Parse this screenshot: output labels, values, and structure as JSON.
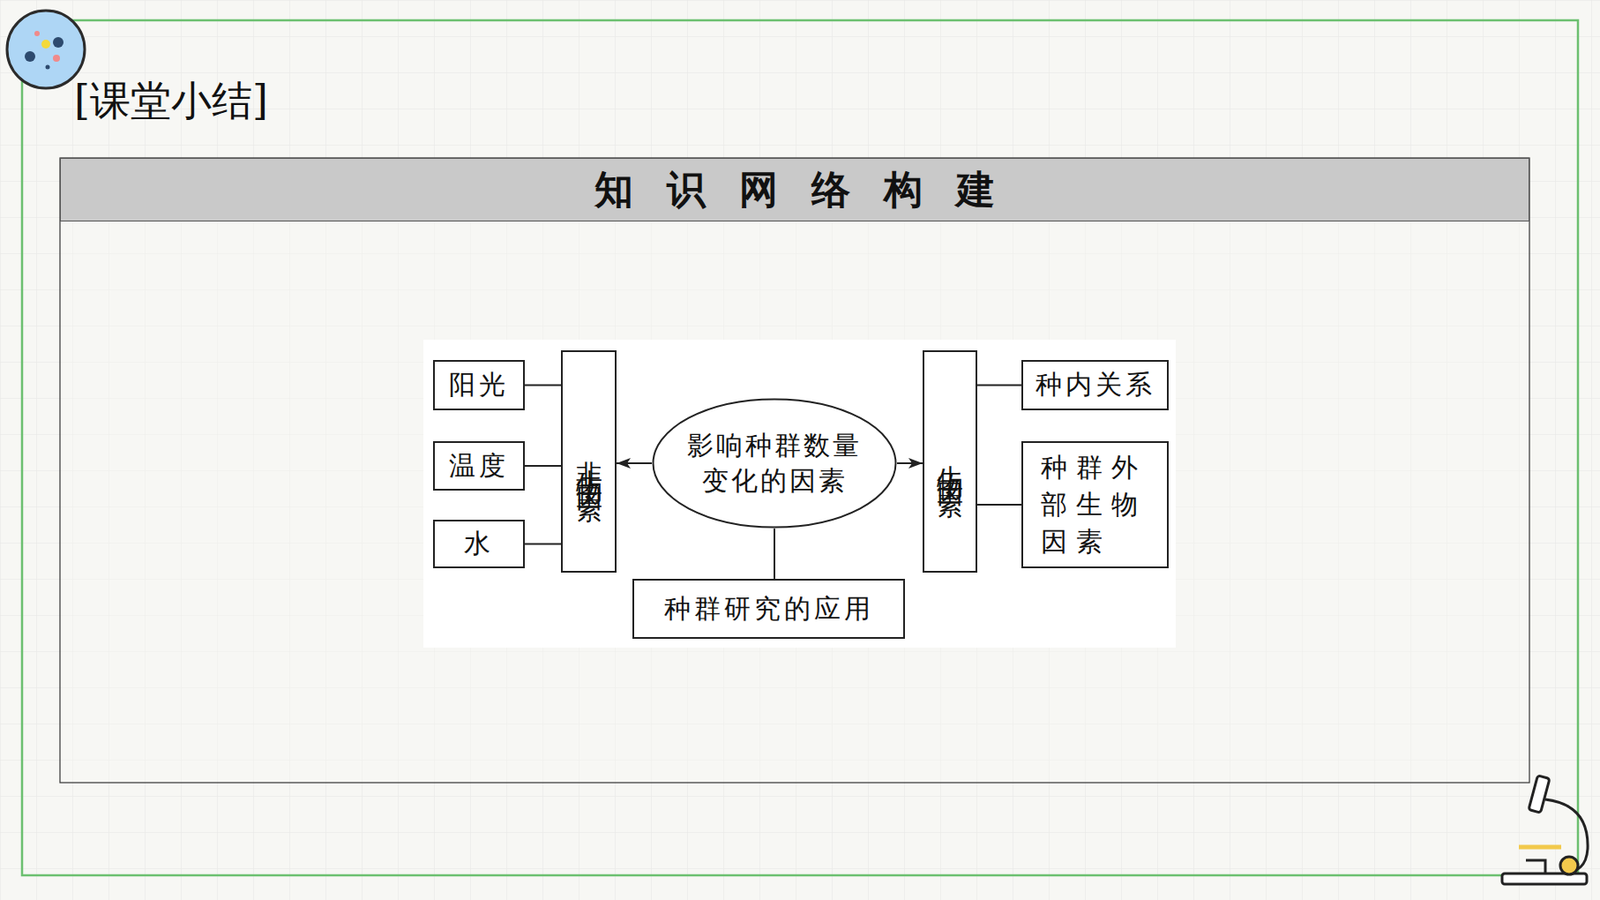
{
  "diagram": {
    "title": "[课堂小结]",
    "nodes": [
      {
        "text": [
          "知识网络构建"
        ]
      },
      {
        "text": [
          "阳光"
        ]
      },
      {
        "text": [
          "温度"
        ]
      },
      {
        "text": [
          "水"
        ]
      },
      {
        "text": [
          "非生物因素"
        ]
      },
      {
        "text": [
          "影响种群数量变化的因素"
        ]
      },
      {
        "text": [
          "生物因素"
        ]
      },
      {
        "text": [
          "种内关系"
        ]
      },
      {
        "text": [
          "种群外部生物因素"
        ]
      },
      {
        "text": [
          "种群研究的应用"
        ]
      }
    ],
    "edges": [
      {
        "from": 5,
        "to": 4,
        "arrow": "to"
      },
      {
        "from": 5,
        "to": 6,
        "arrow": "to"
      },
      {
        "from": 4,
        "to": 1,
        "arrow": "none"
      },
      {
        "from": 4,
        "to": 2,
        "arrow": "none"
      },
      {
        "from": 4,
        "to": 3,
        "arrow": "none"
      },
      {
        "from": 6,
        "to": 7,
        "arrow": "none"
      },
      {
        "from": 6,
        "to": 8,
        "arrow": "none"
      },
      {
        "from": 5,
        "to": 9,
        "arrow": "none"
      }
    ]
  }
}
